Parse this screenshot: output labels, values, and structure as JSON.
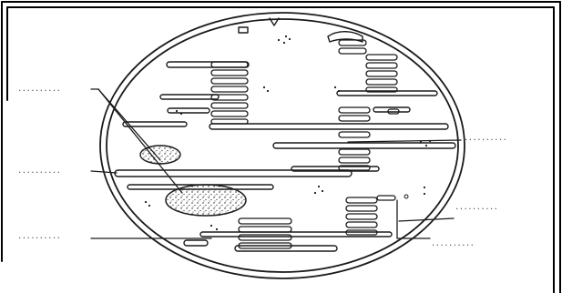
{
  "figure": {
    "subject": "chloroplast",
    "labels": [
      {
        "id": "label-left-1",
        "text": "..........",
        "kind": "dotted-blank"
      },
      {
        "id": "label-left-2",
        "text": "..........",
        "kind": "dotted-blank"
      },
      {
        "id": "label-left-3",
        "text": "..........",
        "kind": "dotted-blank"
      },
      {
        "id": "label-right-1",
        "text": "..........",
        "kind": "dotted-blank"
      },
      {
        "id": "label-right-2",
        "text": "..........",
        "kind": "dotted-blank"
      },
      {
        "id": "label-right-3",
        "text": "..........",
        "kind": "dotted-blank"
      }
    ],
    "colors": {
      "ink": "#1a1a1a",
      "paper": "#ffffff",
      "frame": "#000000"
    }
  }
}
